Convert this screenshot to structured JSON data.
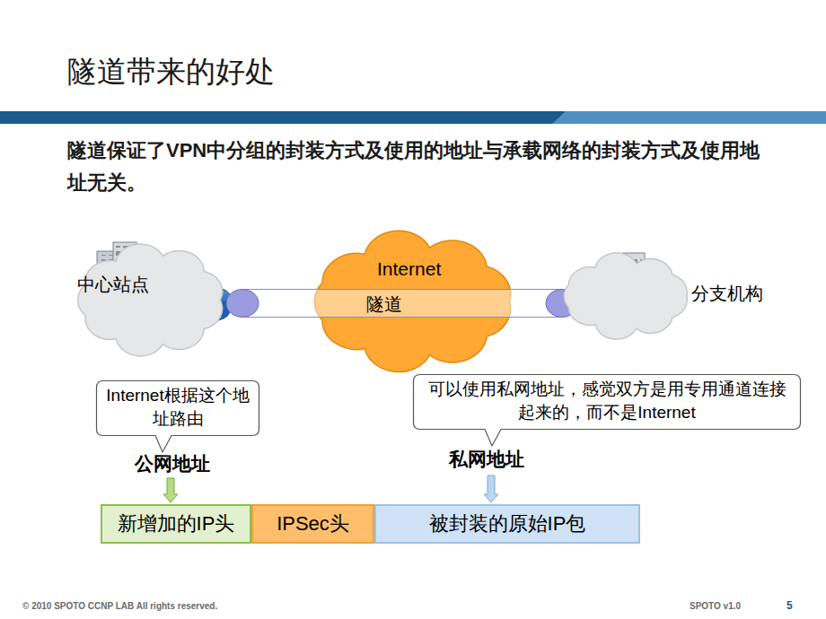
{
  "diagram": {
    "title": "隧道带来的好处",
    "nodes": [
      {
        "text": [
          "中心站点"
        ]
      },
      {
        "text": [
          "Internet"
        ]
      },
      {
        "text": [
          "隧道"
        ]
      },
      {
        "text": [
          "分支机构"
        ]
      },
      {
        "text": [
          "Internet根据这个地址路由"
        ]
      },
      {
        "text": [
          "可以使用私网地址，感觉双方是用专用通道连接起来的，而不是Internet"
        ]
      },
      {
        "text": [
          "新增加的IP头"
        ]
      },
      {
        "text": [
          "IPSec头"
        ]
      },
      {
        "text": [
          "被封装的原始IP包"
        ]
      }
    ],
    "labels": [
      "隧道保证了VPN中分组的封装方式及使用的地址与承载网络的封装方式及使用地址无关。",
      "公网地址",
      "私网地址",
      "© 2010 SPOTO CCNP LAB All rights reserved.",
      "SPOTO v1.0",
      "5"
    ]
  }
}
